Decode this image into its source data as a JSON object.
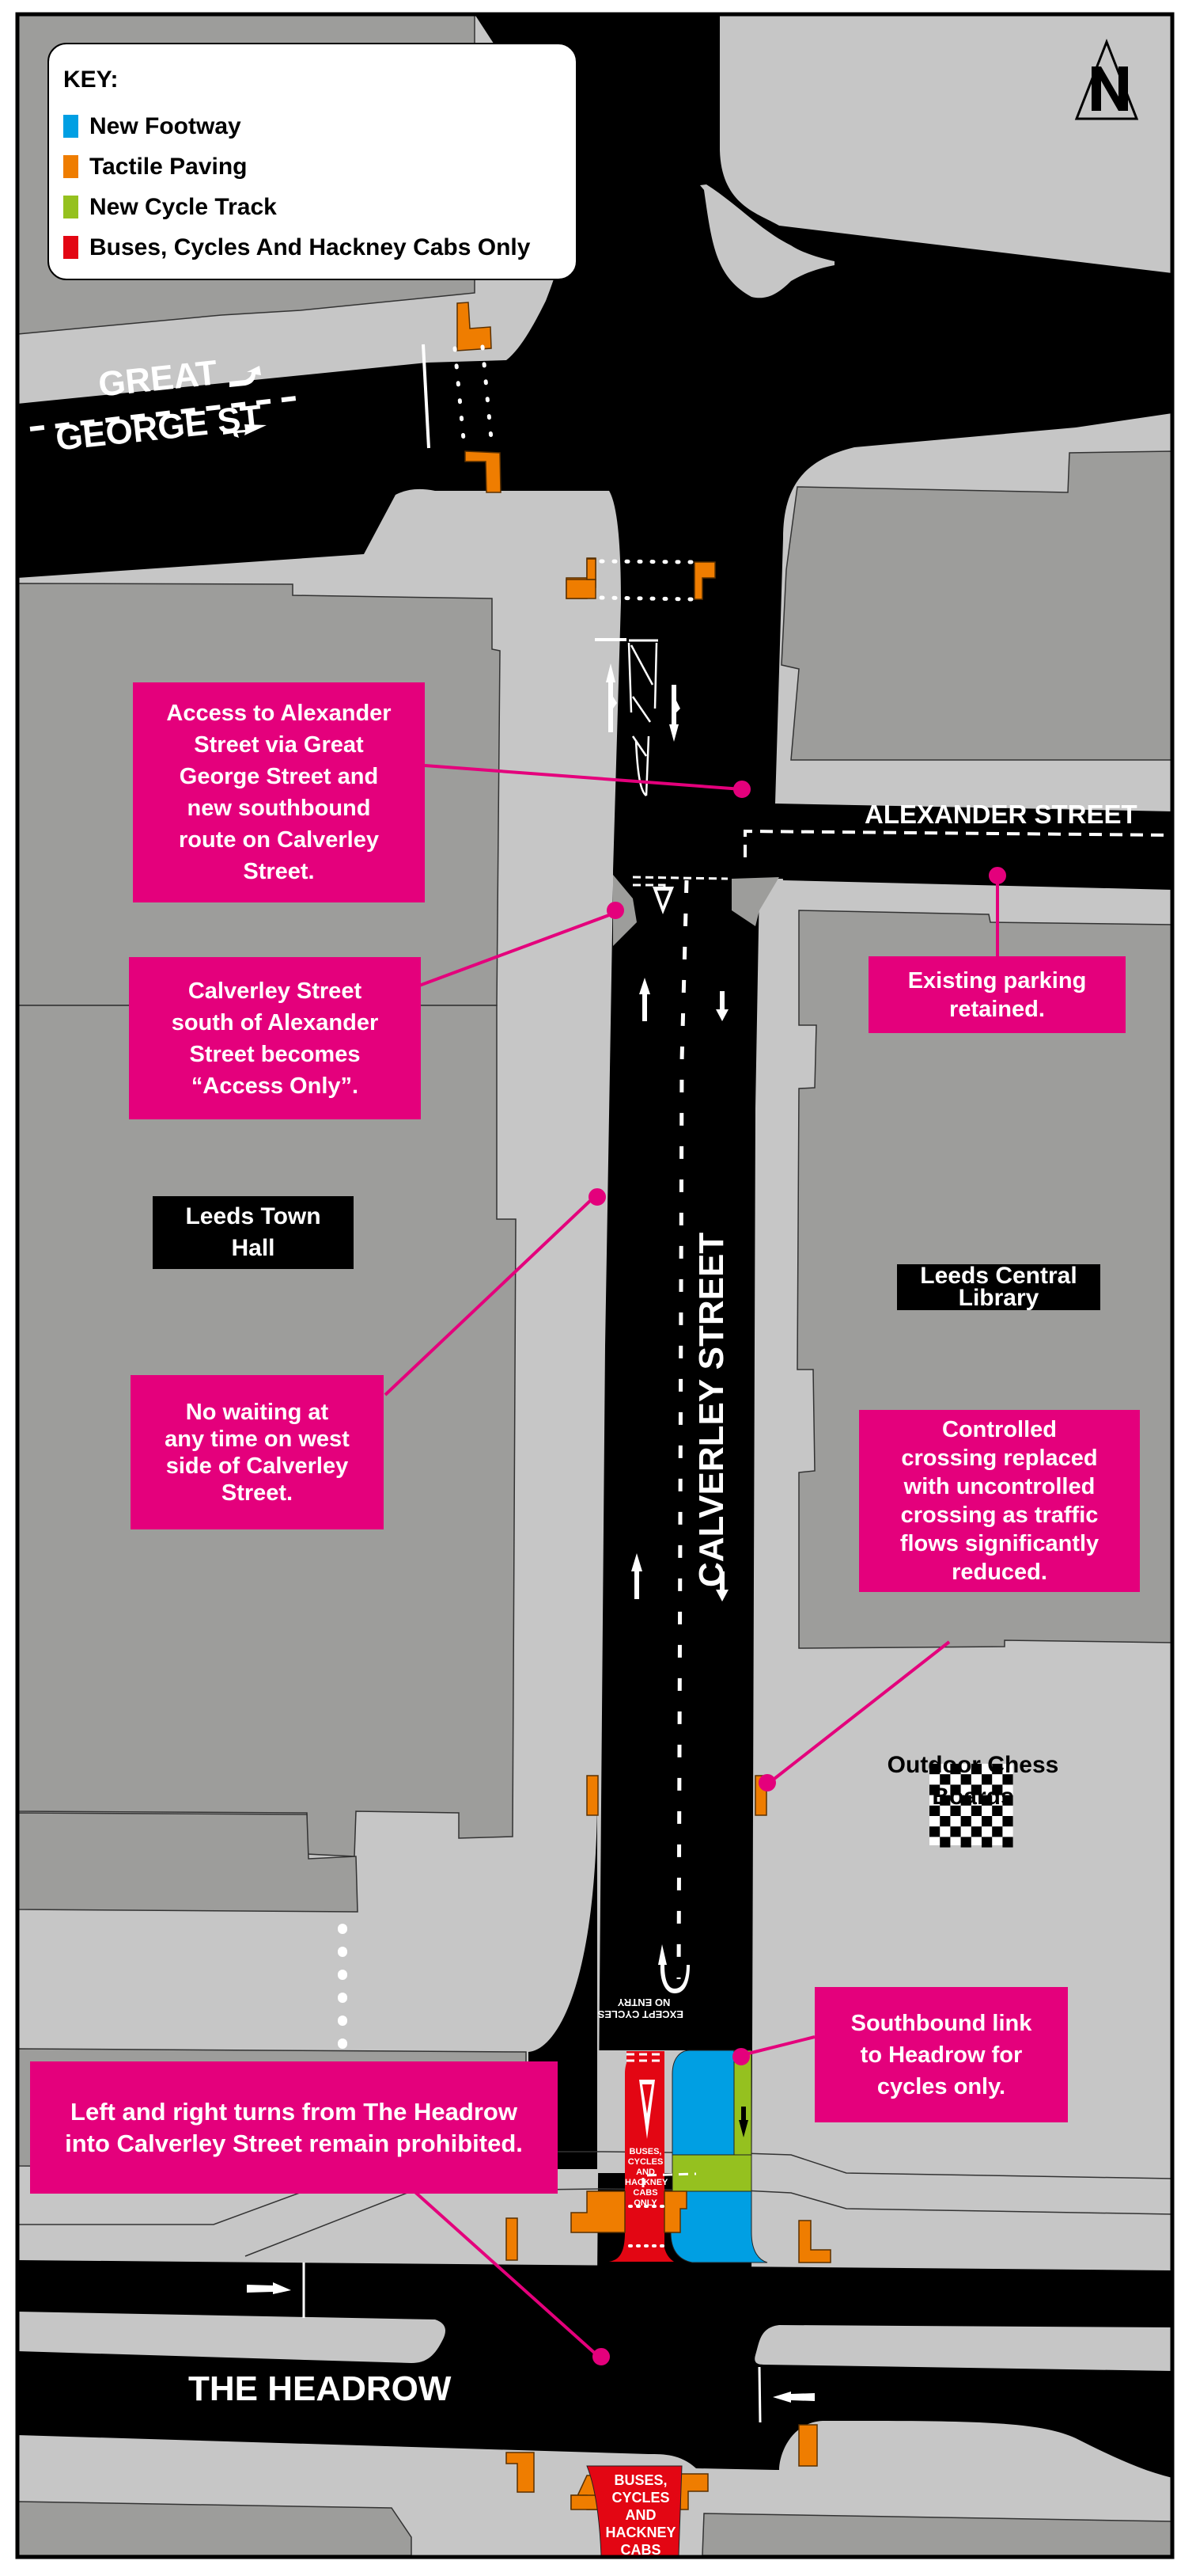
{
  "map": {
    "colors": {
      "road": "#000000",
      "footway_existing": "#c6c6c6",
      "building": "#9d9d9b",
      "callout": "#e4007c",
      "new_footway": "#009fe3",
      "tactile_paving": "#ef7d00",
      "new_cycle_track": "#95c11f",
      "bus_only": "#e30613"
    },
    "key": {
      "title": "KEY:",
      "items": [
        {
          "label": "New Footway",
          "color": "#009fe3"
        },
        {
          "label": "Tactile Paving",
          "color": "#ef7d00"
        },
        {
          "label": "New Cycle Track",
          "color": "#95c11f"
        },
        {
          "label": "Buses, Cycles And Hackney Cabs Only",
          "color": "#e30613"
        }
      ]
    },
    "north_arrow": {
      "letter": "N",
      "icon": "north-arrow-icon"
    },
    "roads": {
      "great_george_line1": "GREAT",
      "great_george_line2": "GEORGE ST",
      "alexander": "ALEXANDER STREET",
      "calverley": "CALVERLEY STREET",
      "headrow": "THE HEADROW"
    },
    "road_markings": {
      "no_entry_line1": "NO ENTRY",
      "no_entry_line2": "EXCEPT CYCLES",
      "bus_lane_text": "BUSES,\nCYCLES AND\nHACKNEY\nCABS ONLY",
      "bus_gate_text": "BUSES, CYCLES\nAND HACKNEY\nCABS ONLY"
    },
    "buildings": {
      "town_hall": "Leeds Town\nHall",
      "central_library": "Leeds Central\nLibrary",
      "chess": "Outdoor Chess\nBoards"
    },
    "callouts": {
      "access_alexander": "Access to Alexander\nStreet via Great\nGeorge Street and\nnew southbound\nroute on Calverley\nStreet.",
      "access_only": "Calverley Street\nsouth of Alexander\nStreet becomes\n“Access Only”.",
      "parking": "Existing parking\nretained.",
      "no_waiting": "No waiting at\nany time on west\nside of Calverley\nStreet.",
      "crossing": "Controlled\ncrossing replaced\nwith uncontrolled\ncrossing as traffic\nflows significantly\nreduced.",
      "southbound_link": "Southbound link\nto Headrow for\ncycles only.",
      "turns_prohibited": "Left and right turns from The Headrow\ninto Calverley Street remain prohibited."
    }
  }
}
